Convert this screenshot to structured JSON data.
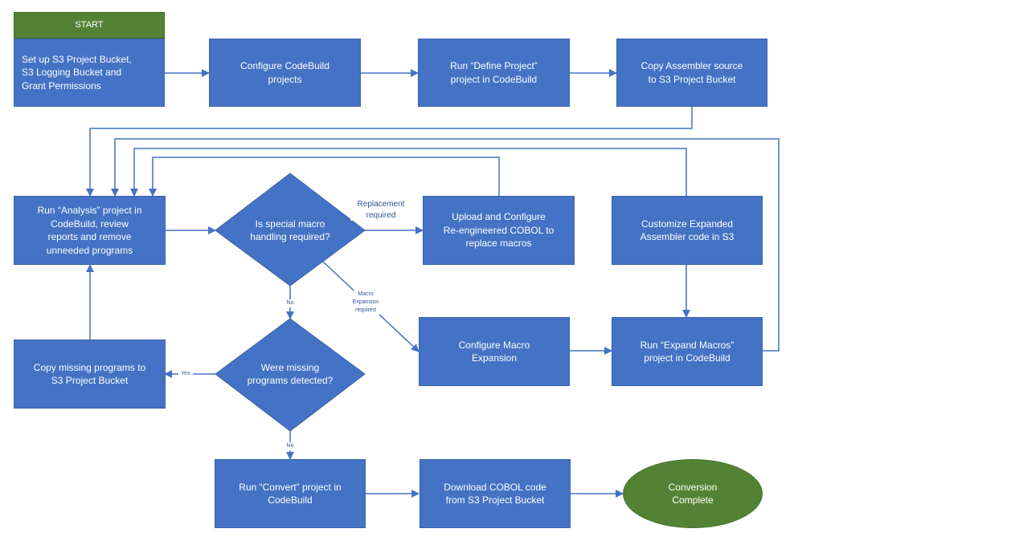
{
  "nodes": {
    "start": "START",
    "setup": "Set up S3 Project Bucket,\nS3 Logging Bucket and\nGrant Permissions",
    "configure_codebuild": "Configure CodeBuild\nprojects",
    "define_project": "Run “Define Project”\nproject in CodeBuild",
    "copy_assembler": "Copy Assembler source\nto S3 Project Bucket",
    "run_analysis": "Run “Analysis” project in\nCodeBuild, review\nreports and remove\nunneeded programs",
    "decision_macro": "Is special macro\nhandling required?",
    "upload_cobol": "Upload and Configure\nRe-engineered COBOL to\nreplace macros",
    "customize_expanded": "Customize Expanded\nAssembler code in S3",
    "decision_missing": "Were missing\nprograms detected?",
    "copy_missing": "Copy missing programs to\nS3 Project Bucket",
    "configure_macro": "Configure Macro\nExpansion",
    "expand_macros": "Run “Expand Macros”\nproject in CodeBuild",
    "run_convert": "Run “Convert” project in\nCodeBuild",
    "download_cobol": "Download COBOL code\nfrom S3 Project Bucket",
    "conversion_complete": "Conversion\nComplete"
  },
  "edge_labels": {
    "replacement_required": "Replacement\nrequired",
    "no_macro": "No",
    "macro_expansion_required": "Macro\nExpansion\nrequired",
    "yes_missing": "Yes",
    "no_missing": "No"
  },
  "colors": {
    "process_fill": "#4472c4",
    "terminal_fill": "#548235",
    "connector": "#4472c4",
    "label_text": "#2e5597"
  }
}
